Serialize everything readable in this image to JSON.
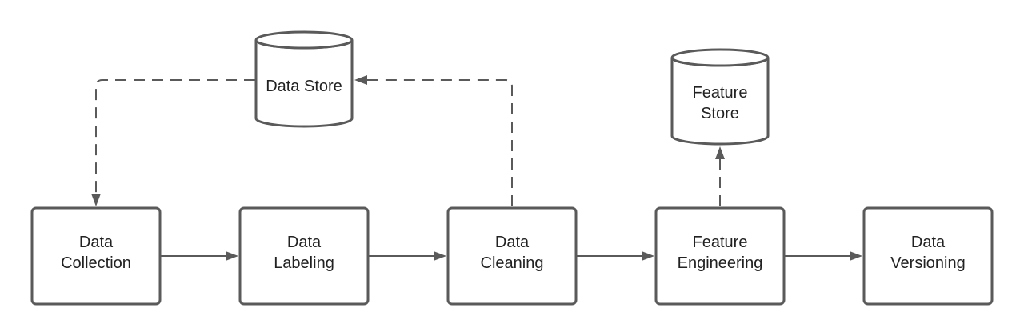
{
  "nodes": {
    "data_collection": {
      "line1": "Data",
      "line2": "Collection"
    },
    "data_labeling": {
      "line1": "Data",
      "line2": "Labeling"
    },
    "data_cleaning": {
      "line1": "Data",
      "line2": "Cleaning"
    },
    "feature_engineering": {
      "line1": "Feature",
      "line2": "Engineering"
    },
    "data_versioning": {
      "line1": "Data",
      "line2": "Versioning"
    }
  },
  "stores": {
    "data_store": {
      "label": "Data Store"
    },
    "feature_store": {
      "line1": "Feature",
      "line2": "Store"
    }
  },
  "colors": {
    "stroke": "#5a5a5a",
    "text": "#222222",
    "background": "#ffffff"
  }
}
